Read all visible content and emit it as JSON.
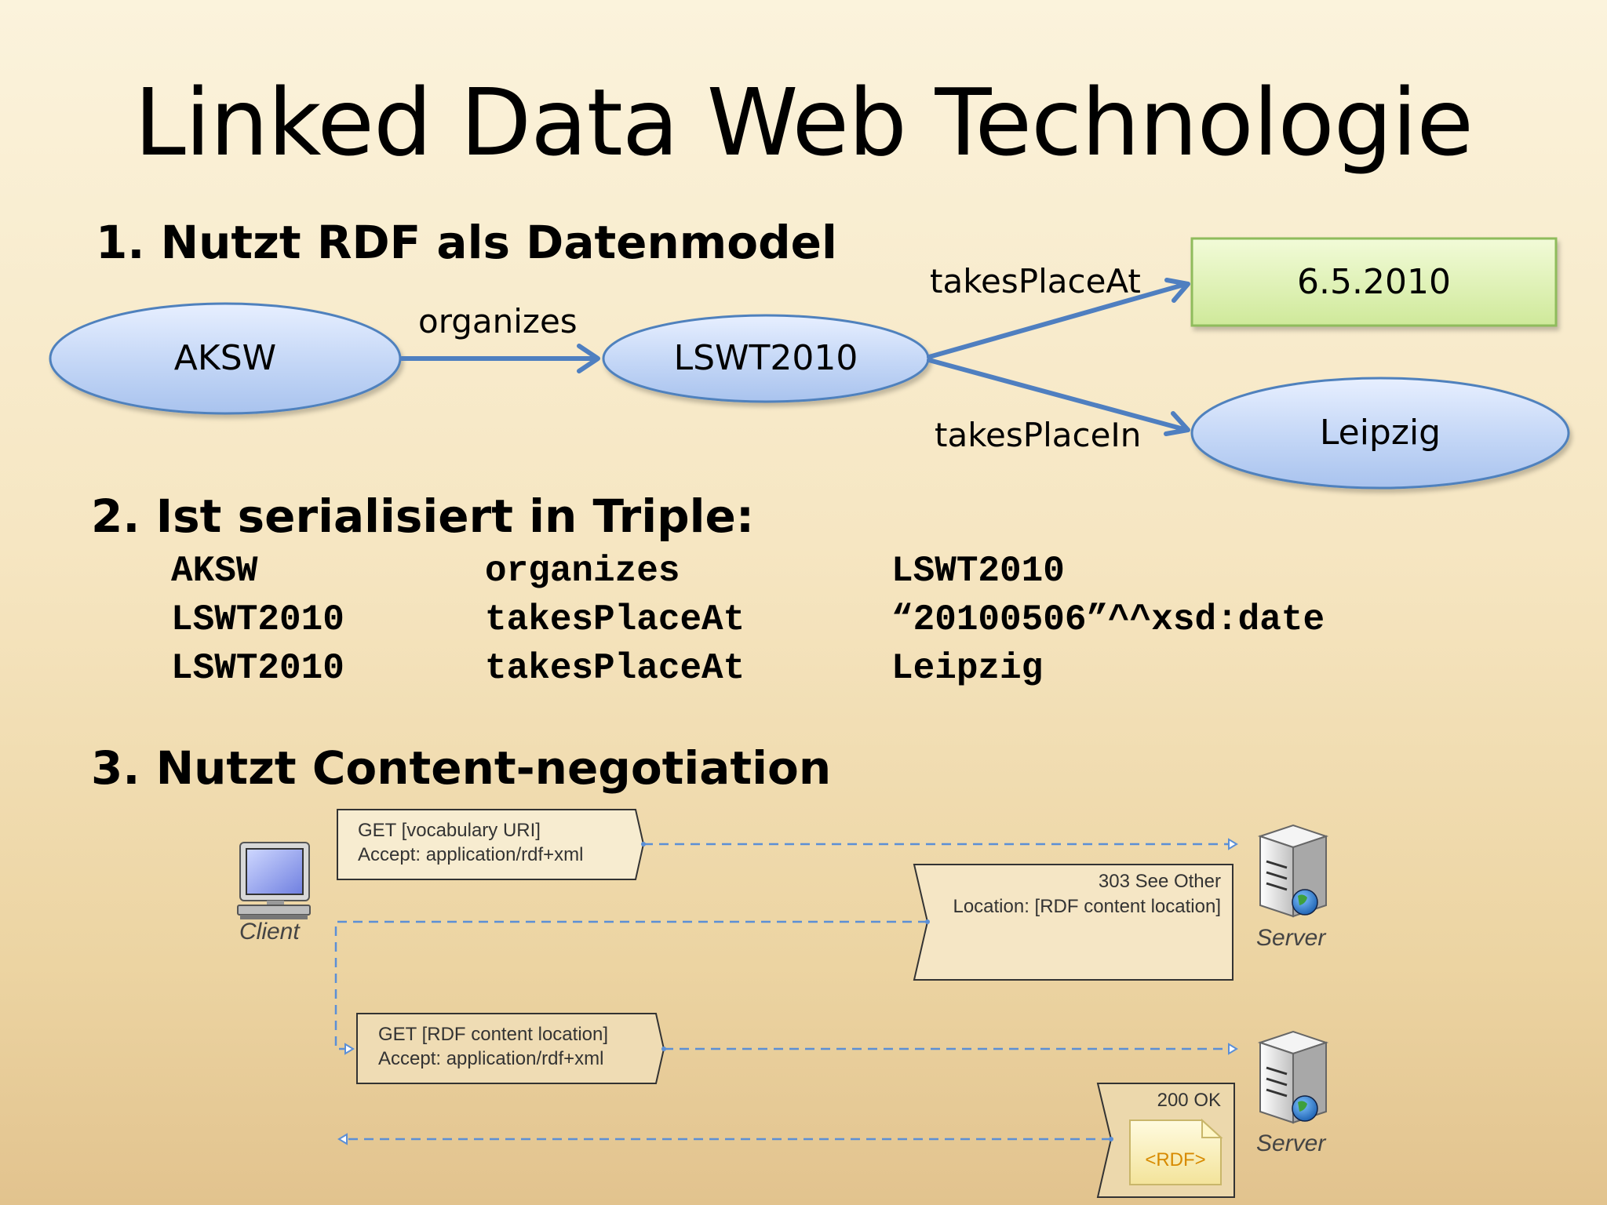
{
  "title": "Linked Data Web Technologie",
  "section1": {
    "heading": "1. Nutzt RDF als Datenmodel",
    "nodes": {
      "aksw": "AKSW",
      "lswt": "LSWT2010",
      "date": "6.5.2010",
      "leipzig": "Leipzig"
    },
    "edges": {
      "organizes": "organizes",
      "takesPlaceAt": "takesPlaceAt",
      "takesPlaceIn": "takesPlaceIn"
    }
  },
  "section2": {
    "heading": "2. Ist serialisiert in Triple:",
    "triples": [
      [
        "AKSW",
        "organizes",
        "LSWT2010"
      ],
      [
        "LSWT2010",
        "takesPlaceAt",
        "“20100506”^^xsd:date"
      ],
      [
        "LSWT2010",
        "takesPlaceAt",
        "Leipzig"
      ]
    ]
  },
  "section3": {
    "heading": "3. Nutzt Content-negotiation",
    "client_label": "Client",
    "server_label": "Server",
    "request1": {
      "line1": "GET [vocabulary URI]",
      "line2": "Accept: application/rdf+xml"
    },
    "response1": {
      "line1": "303 See Other",
      "line2": "Location: [RDF content location]"
    },
    "request2": {
      "line1": "GET [RDF content location]",
      "line2": "Accept: application/rdf+xml"
    },
    "response2": {
      "line1": "200 OK",
      "doc_label": "<RDF>"
    }
  },
  "colors": {
    "node_fill": "#c9daf8",
    "node_stroke": "#4f81bd",
    "arrow": "#4f7fc0",
    "date_fill": "#d9f0a6",
    "date_stroke": "#8fbc5b",
    "dash": "#5b8fd6"
  }
}
